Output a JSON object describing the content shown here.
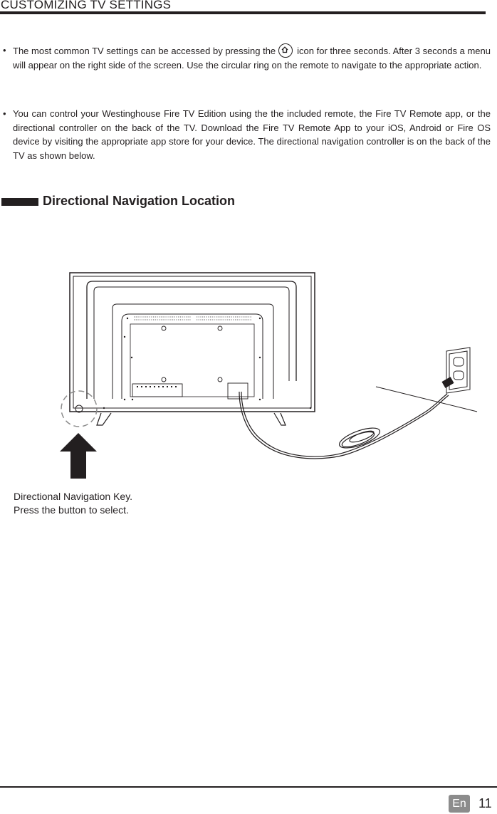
{
  "header": {
    "title": "CUSTOMIZING TV SETTINGS"
  },
  "bullets": [
    {
      "marker": "•",
      "before_icon": "The most common TV settings can be accessed by pressing the",
      "after_icon": "icon for three seconds. After 3 seconds a menu will appear on the right side of the screen.  Use the circular ring on the remote to navigate to the appropriate action.",
      "icon": "home-icon"
    },
    {
      "marker": "•",
      "text": "You can control your Westinghouse Fire TV Edition using the the included remote, the Fire TV Remote app, or the directional controller on the back of the TV. Download the Fire TV Remote App to your iOS, Android or Fire OS device by visiting the appropriate app store for your device. The directional navigation controller is on the back of the TV as shown below."
    }
  ],
  "section": {
    "title": "Directional Navigation Location"
  },
  "caption": {
    "line1": "Directional Navigation Key.",
    "line2": "Press the button to select."
  },
  "footer": {
    "language": "En",
    "page_number": "11"
  },
  "colors": {
    "text": "#231f20",
    "badge": "#8c8c8c"
  }
}
